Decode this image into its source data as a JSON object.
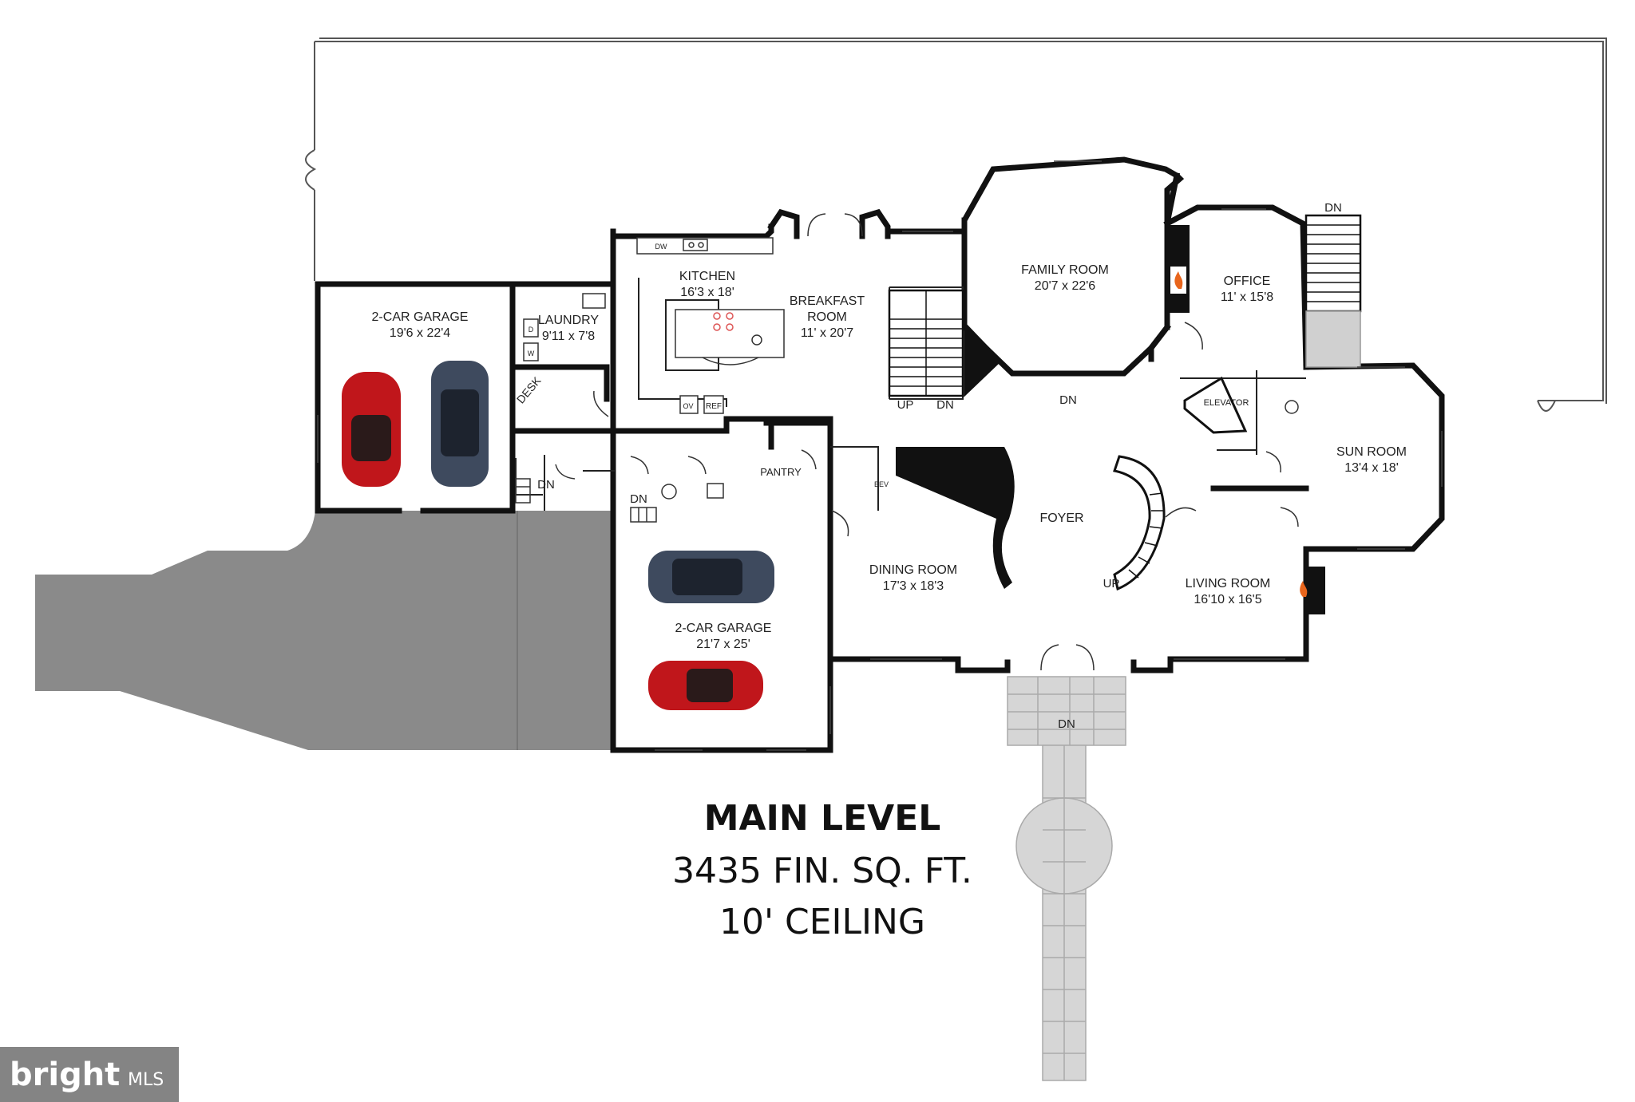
{
  "rooms": {
    "garage1": {
      "name": "2-CAR GARAGE",
      "dim": "19'6 x 22'4"
    },
    "laundry": {
      "name": "LAUNDRY",
      "dim": "9'11 x 7'8"
    },
    "kitchen": {
      "name": "KITCHEN",
      "dim": "16'3 x 18'"
    },
    "breakfast": {
      "name1": "BREAKFAST",
      "name2": "ROOM",
      "dim": "11' x 20'7"
    },
    "family": {
      "name": "FAMILY ROOM",
      "dim": "20'7 x 22'6"
    },
    "office": {
      "name": "OFFICE",
      "dim": "11' x 15'8"
    },
    "sunroom": {
      "name": "SUN ROOM",
      "dim": "13'4 x 18'"
    },
    "foyer": {
      "name": "FOYER"
    },
    "dining": {
      "name": "DINING ROOM",
      "dim": "17'3 x 18'3"
    },
    "living": {
      "name": "LIVING ROOM",
      "dim": "16'10 x 16'5"
    },
    "garage2": {
      "name": "2-CAR GARAGE",
      "dim": "21'7 x 25'"
    }
  },
  "labels": {
    "desk": "DESK",
    "pantry": "PANTRY",
    "elevator": "ELEVATOR",
    "bev": "BEV",
    "dw": "DW",
    "ov": "OV",
    "ref": "REF",
    "d": "D",
    "w": "W",
    "up": "UP",
    "dn": "DN"
  },
  "summary": {
    "level": "MAIN LEVEL",
    "area": "3435 FIN. SQ. FT.",
    "ceiling": "10' CEILING"
  },
  "watermark": {
    "brand": "bright",
    "suffix": "MLS"
  },
  "colors": {
    "wall": "#111111",
    "driveway": "#8a8a8a",
    "paver": "#d9d9d9",
    "car_red": "#c0161b",
    "car_blue": "#3e4a5e",
    "fire": "#e8651c"
  }
}
